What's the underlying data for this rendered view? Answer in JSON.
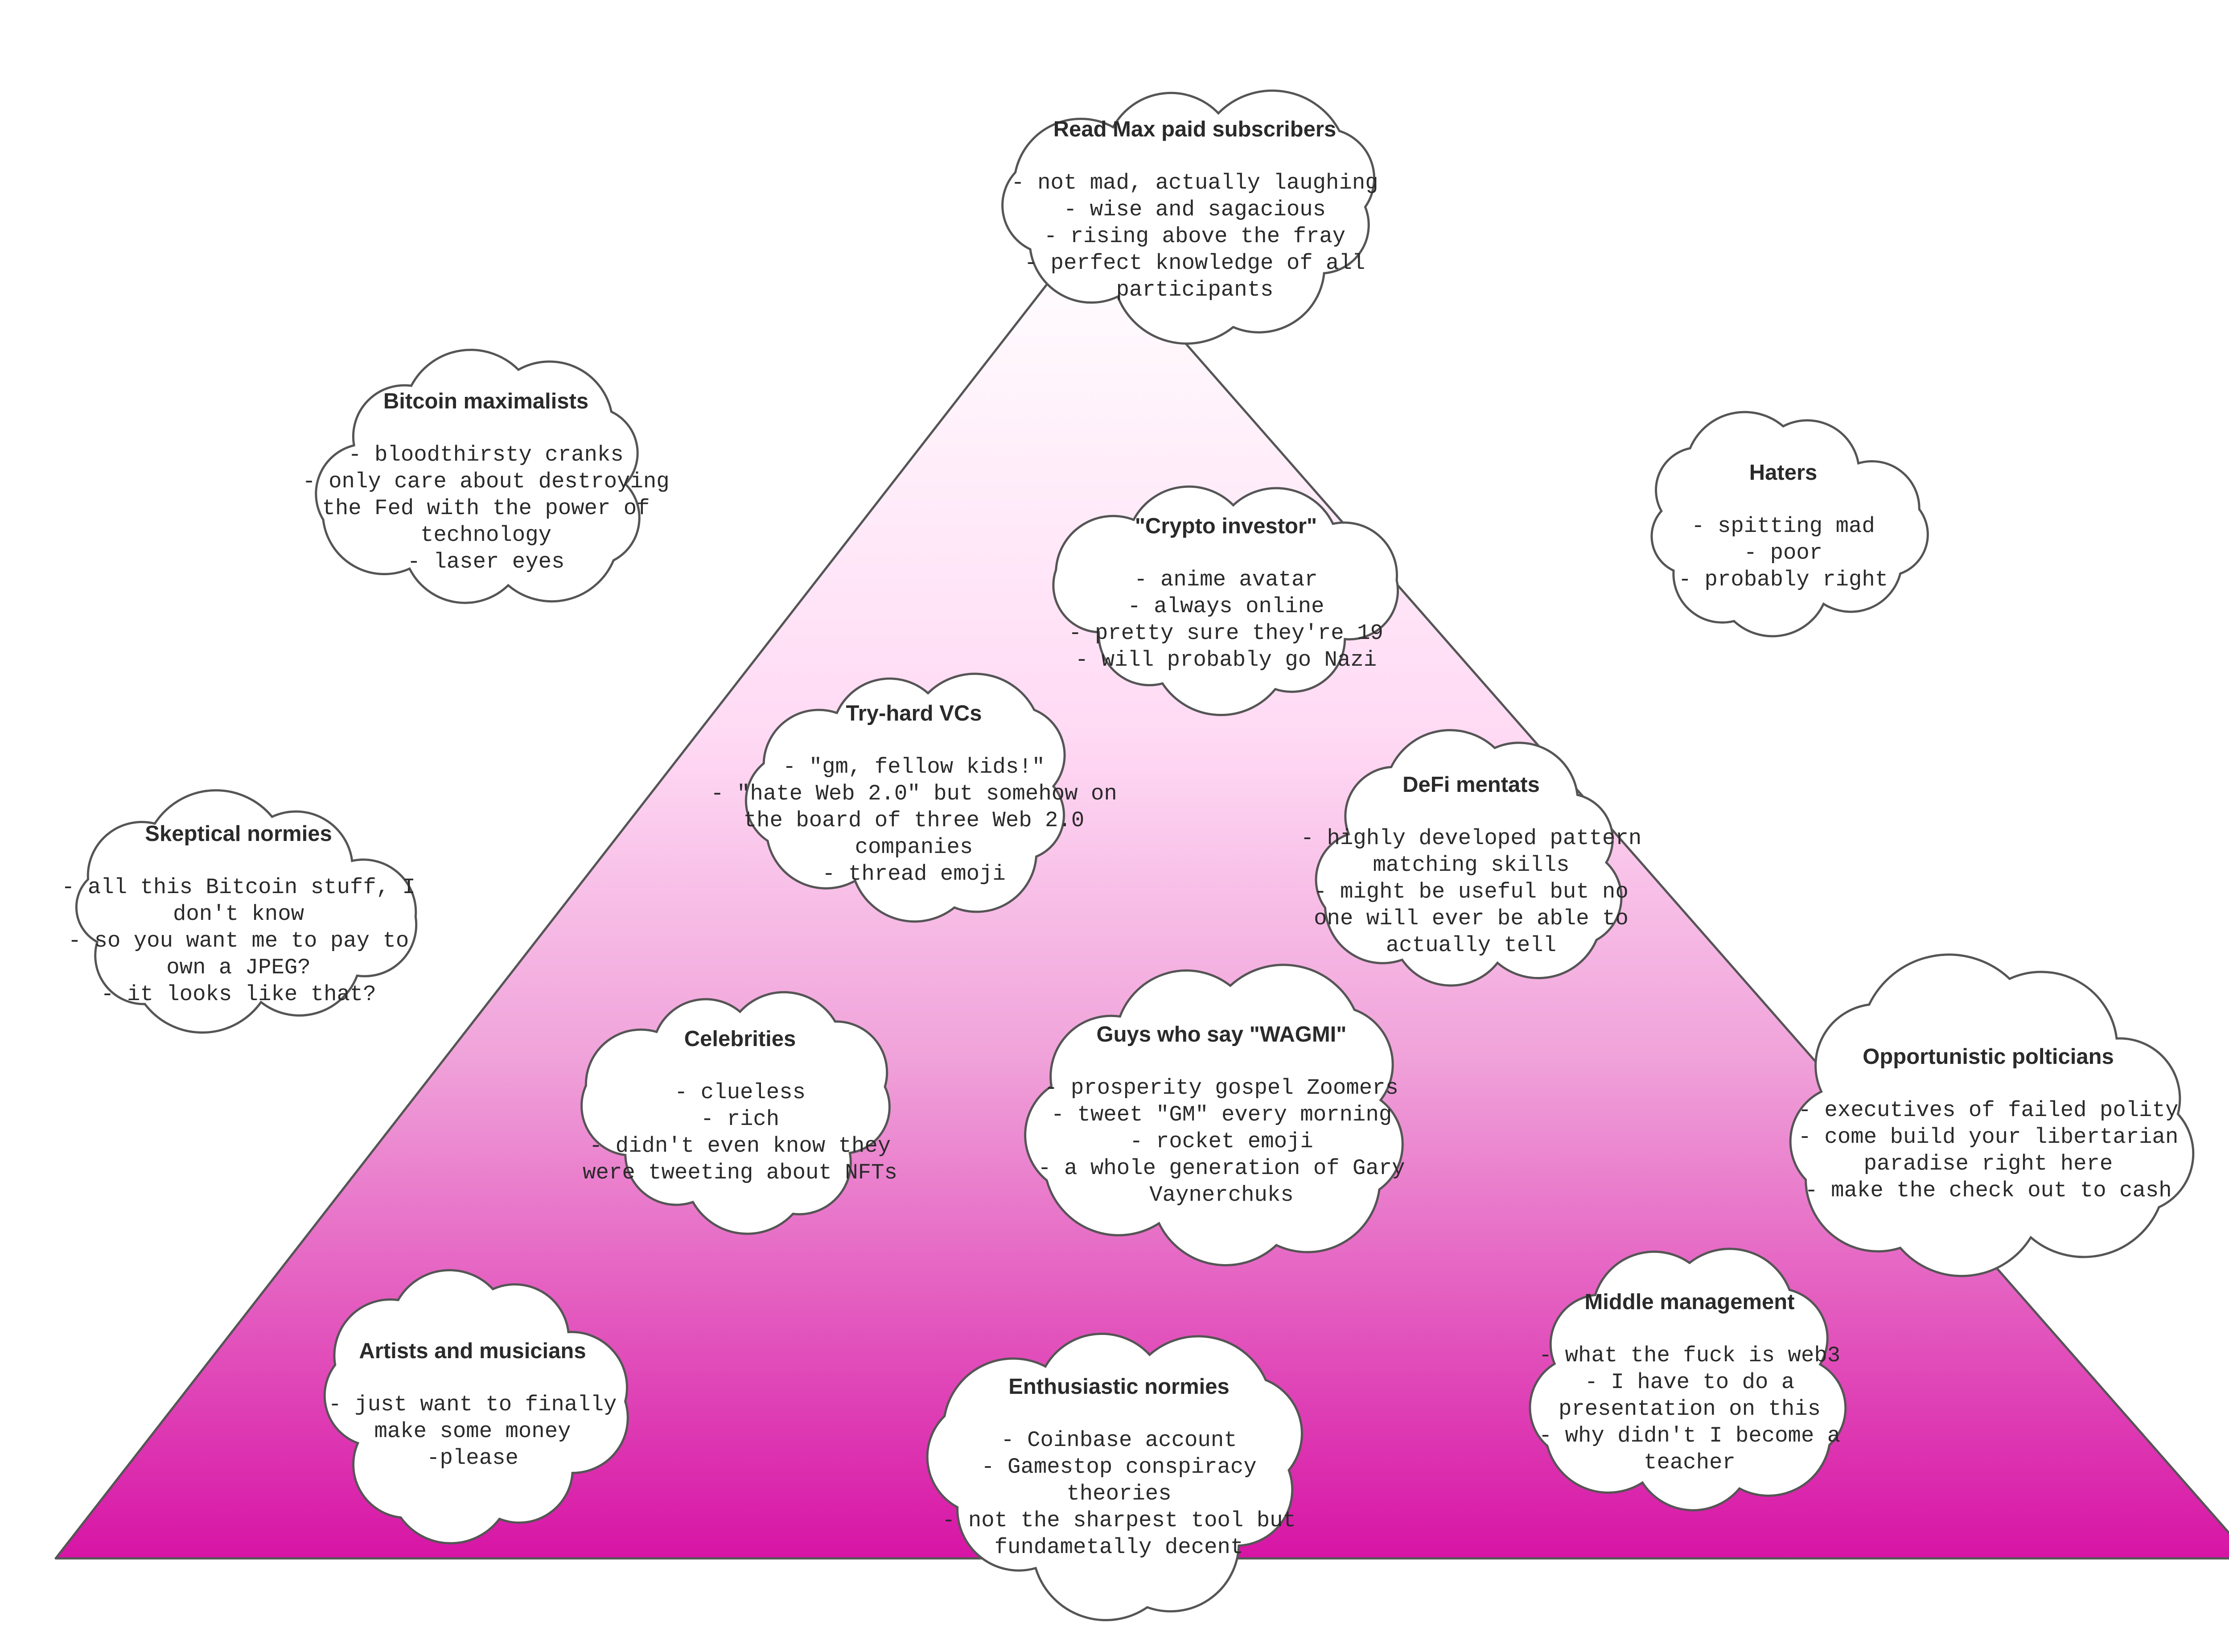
{
  "colors": {
    "pyramid_top": "#ffffff",
    "pyramid_light": "#ffdaf4",
    "pyramid_mid": "#f0a3da",
    "pyramid_bottom": "#d714a5",
    "outline": "#555555",
    "cloud_fill": "#ffffff"
  },
  "clouds": [
    {
      "id": "read-max",
      "title": "Read Max paid subscribers",
      "lines": [
        "- not mad, actually laughing",
        "- wise and sagacious",
        "- rising above the fray",
        "- perfect knowledge of all participants"
      ]
    },
    {
      "id": "bitcoin-maximalists",
      "title": "Bitcoin maximalists",
      "lines": [
        "- bloodthirsty cranks",
        "- only care about destroying the Fed with the power of technology",
        "- laser eyes"
      ]
    },
    {
      "id": "haters",
      "title": "Haters",
      "lines": [
        "- spitting mad",
        "- poor",
        "- probably right"
      ]
    },
    {
      "id": "crypto-investor",
      "title": "\"Crypto investor\"",
      "lines": [
        "- anime avatar",
        "- always online",
        "- pretty sure they're 19",
        "- will probably go Nazi"
      ]
    },
    {
      "id": "try-hard-vcs",
      "title": "Try-hard VCs",
      "lines": [
        "- \"gm, fellow kids!\"",
        "- \"hate Web 2.0\" but somehow on the board of three Web 2.0 companies",
        "- thread emoji"
      ]
    },
    {
      "id": "defi-mentats",
      "title": "DeFi mentats",
      "lines": [
        "- highly developed pattern matching skills",
        "- might be useful but no one will ever be able to actually tell"
      ]
    },
    {
      "id": "skeptical-normies",
      "title": "Skeptical normies",
      "lines": [
        "- all this Bitcoin stuff, I don't know",
        "- so you want me to pay to own a JPEG?",
        "- it looks like that?"
      ]
    },
    {
      "id": "celebrities",
      "title": "Celebrities",
      "lines": [
        "- clueless",
        "- rich",
        "- didn't even know they were tweeting about NFTs"
      ]
    },
    {
      "id": "guys-wagmi",
      "title": "Guys who say \"WAGMI\"",
      "lines": [
        "- prosperity gospel Zoomers",
        "- tweet \"GM\" every morning",
        "- rocket emoji",
        "- a whole generation of Gary Vaynerchuks"
      ]
    },
    {
      "id": "opportunistic-politicians",
      "title": "Opportunistic polticians",
      "lines": [
        "- executives of failed polity",
        "- come build your libertarian paradise right here",
        "- make the check out to cash"
      ]
    },
    {
      "id": "artists-musicians",
      "title": "Artists and musicians",
      "lines": [
        "- just want to finally make some money",
        "-please"
      ]
    },
    {
      "id": "enthusiastic-normies",
      "title": "Enthusiastic normies",
      "lines": [
        "- Coinbase account",
        "- Gamestop conspiracy theories",
        "- not the sharpest tool but fundametally decent"
      ]
    },
    {
      "id": "middle-management",
      "title": "Middle management",
      "lines": [
        "- what the fuck is web3",
        "- I have to do a presentation on this",
        "- why didn't I become a teacher"
      ]
    }
  ]
}
